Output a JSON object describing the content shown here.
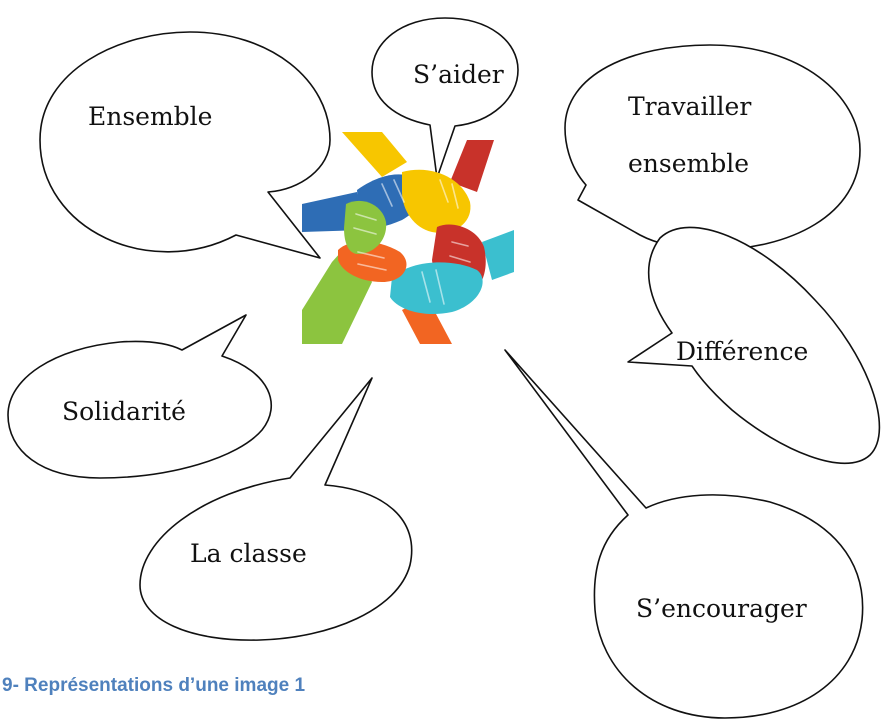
{
  "bubbles": {
    "ensemble": "Ensemble",
    "s_aider": "S’aider",
    "travailler_line1": "Travailler",
    "travailler_line2": "ensemble",
    "difference": "Différence",
    "solidarite": "Solidarité",
    "la_classe": "La classe",
    "s_encourager": "S’encourager"
  },
  "caption": "9- Représentations d’une image 1",
  "colors": {
    "caption": "#4f81bd",
    "hand_blue": "#2e6db5",
    "hand_yellow": "#f7c600",
    "hand_red": "#c8322a",
    "hand_green": "#8cc43f",
    "hand_orange": "#f26522",
    "hand_cyan": "#3bbfcf"
  },
  "center_image": "joined-hands-icon"
}
